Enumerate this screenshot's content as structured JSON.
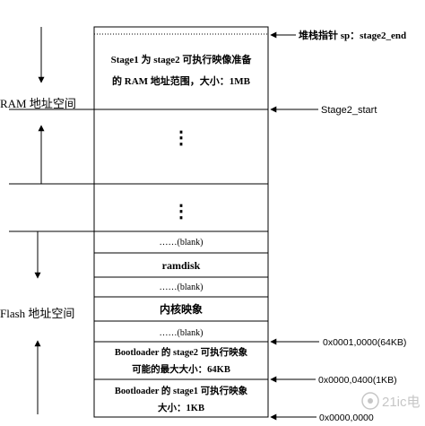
{
  "memory_blocks": [
    {
      "id": "ram_top",
      "lines": [
        "Stage1 为 stage2 可执行映像准备",
        "的 RAM 地址范围，大小：1MB"
      ],
      "bold": true
    },
    {
      "id": "ram_dots",
      "lines": [
        "⋮"
      ],
      "bold": false
    },
    {
      "id": "mid_dots",
      "lines": [
        "⋮"
      ],
      "bold": false
    },
    {
      "id": "blank1",
      "lines": [
        "……(blank)"
      ],
      "bold": false
    },
    {
      "id": "ramdisk",
      "lines": [
        "ramdisk"
      ],
      "bold": true
    },
    {
      "id": "blank2",
      "lines": [
        "……(blank)"
      ],
      "bold": false
    },
    {
      "id": "kernel",
      "lines": [
        "内核映象"
      ],
      "bold": true
    },
    {
      "id": "blank3",
      "lines": [
        "……(blank)"
      ],
      "bold": false
    },
    {
      "id": "stage2",
      "lines": [
        "Bootloader 的 stage2 可执行映象",
        "可能的最大大小：64KB"
      ],
      "bold": true
    },
    {
      "id": "stage1",
      "lines": [
        "Bootloader 的 stage1 可执行映象",
        "大小：1KB"
      ],
      "bold": true
    }
  ],
  "region_labels": {
    "ram": "RAM 地址空间",
    "flash": "Flash 地址空间"
  },
  "pointers": {
    "sp": "堆栈指针 sp：stage2_end",
    "stage2_start": "Stage2_start",
    "addr_64kb": "0x0001,0000(64KB)",
    "addr_1kb": "0x0000,0400(1KB)",
    "addr_0": "0x0000,0000"
  },
  "watermark": {
    "text": "21ic电"
  }
}
